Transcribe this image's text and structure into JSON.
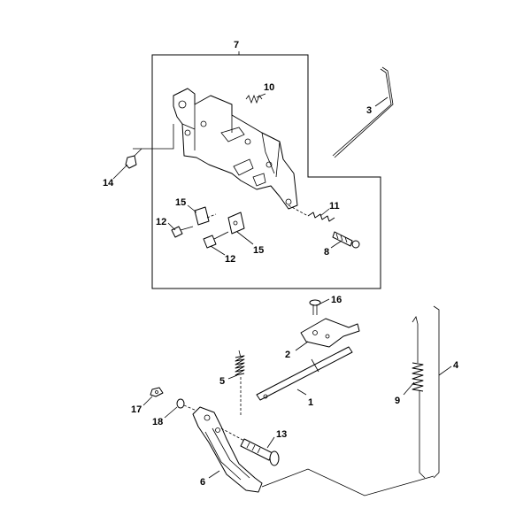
{
  "diagram": {
    "labels": {
      "p1": "1",
      "p2": "2",
      "p3": "3",
      "p4": "4",
      "p5": "5",
      "p6": "6",
      "p7": "7",
      "p8": "8",
      "p9": "9",
      "p10": "10",
      "p11": "11",
      "p12a": "12",
      "p12b": "12",
      "p13": "13",
      "p14": "14",
      "p15a": "15",
      "p15b": "15",
      "p16": "16",
      "p17": "17",
      "p18": "18"
    }
  }
}
